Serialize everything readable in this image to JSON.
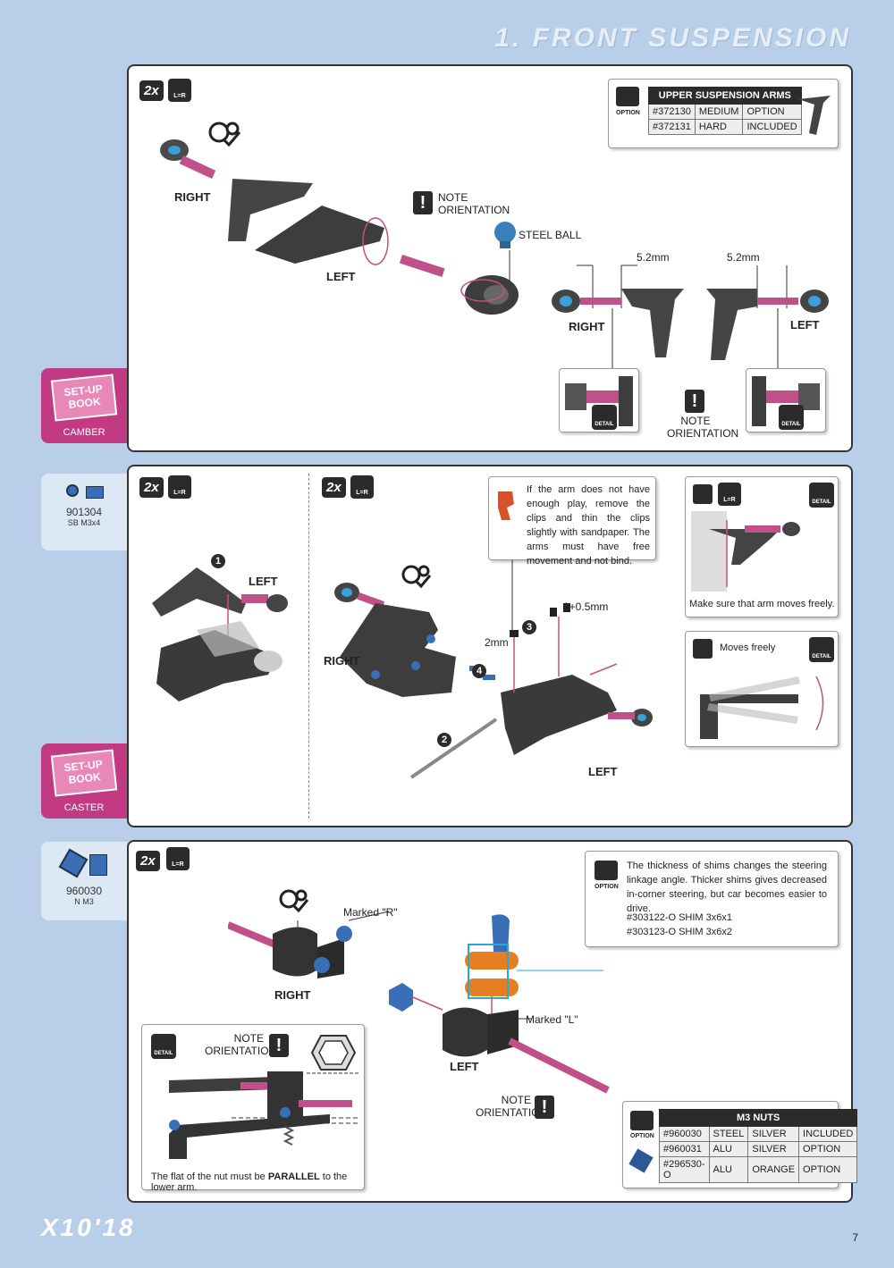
{
  "page_title": "1. FRONT SUSPENSION",
  "page_number": "7",
  "brand_logo": "X10'18",
  "common": {
    "qty": "2x",
    "lr": "L=R",
    "right": "RIGHT",
    "left": "LEFT",
    "note_orientation": "NOTE ORIENTATION",
    "option": "OPTION",
    "detail": "DETAIL"
  },
  "section1": {
    "steel_ball": "STEEL BALL",
    "dim_right": "5.2mm",
    "dim_left": "5.2mm",
    "setup_book": "SET-UP BOOK",
    "setup_label": "CAMBER",
    "table": {
      "title": "UPPER SUSPENSION ARMS",
      "rows": [
        [
          "#372130",
          "MEDIUM",
          "OPTION"
        ],
        [
          "#372131",
          "HARD",
          "INCLUDED"
        ]
      ]
    }
  },
  "section2": {
    "part_number": "901304",
    "part_name": "SB M3x4",
    "setup_book": "SET-UP BOOK",
    "setup_label": "CASTER",
    "note_text": "If the arm does not have enough play, remove the clips and thin the clips slightly with sandpaper. The arms must have free movement and not bind.",
    "dim_2mm": "2mm",
    "dim_1": "1+0.5mm",
    "steps": [
      "1",
      "2",
      "3",
      "4"
    ],
    "detail1_text": "Make sure that arm moves freely.",
    "detail2_text": "Moves freely"
  },
  "section3": {
    "part_number": "960030",
    "part_name": "N M3",
    "marked_r": "Marked \"R\"",
    "marked_l": "Marked \"L\"",
    "option_text": "The thickness of shims changes the steering linkage angle. Thicker shims gives decreased in-corner steering, but car becomes easier to drive.",
    "shim1": "#303122-O SHIM 3x6x1",
    "shim2": "#303123-O SHIM 3x6x2",
    "nut_caption_pre": "The flat of the nut must be ",
    "nut_caption_bold": "PARALLEL",
    "nut_caption_post": " to the lower arm.",
    "table": {
      "title": "M3 NUTS",
      "rows": [
        [
          "#960030",
          "STEEL",
          "SILVER",
          "INCLUDED"
        ],
        [
          "#960031",
          "ALU",
          "SILVER",
          "OPTION"
        ],
        [
          "#296530-O",
          "ALU",
          "ORANGE",
          "OPTION"
        ]
      ]
    }
  }
}
